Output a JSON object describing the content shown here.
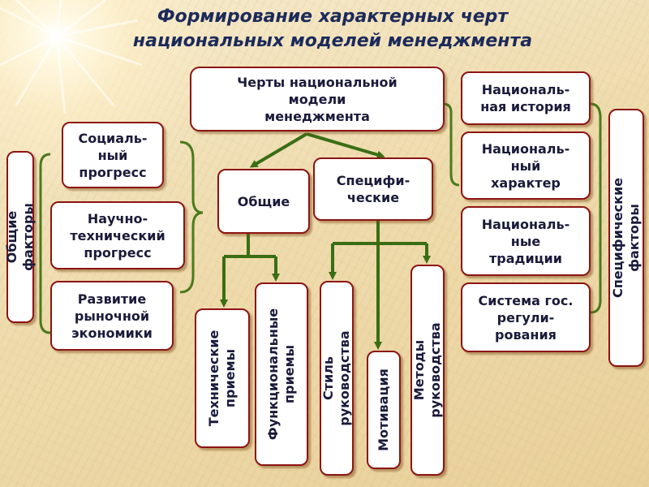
{
  "title_line1": "Формирование характерных черт",
  "title_line2": "национальных моделей менеджмента",
  "root": "Черты национальной\nмодели\nменеджмента",
  "branches": {
    "general": "Общие",
    "specific": "Специфи-\nческие"
  },
  "general_factors_label": "Общие факторы",
  "specific_factors_label": "Специфические факторы",
  "general_factors": [
    "Социаль-\nный\nпрогресс",
    "Научно-\nтехнический\nпрогресс",
    "Развитие\nрыночной\nэкономики"
  ],
  "specific_factors": [
    "Националь-\nная история",
    "Националь-\nный\nхарактер",
    "Националь-\nные\nтрадиции",
    "Система гос.\nрегули-\nрования"
  ],
  "general_elements": [
    "Технические\nприемы",
    "Функциональные\nприемы"
  ],
  "specific_elements": [
    "Стиль руководства",
    "Мотивация",
    "Методы руководства"
  ],
  "colors": {
    "box_border": "#8c1414",
    "arrow": "#3a6e14",
    "bracket": "#4a7a1c",
    "text": "#1a1a3a"
  }
}
